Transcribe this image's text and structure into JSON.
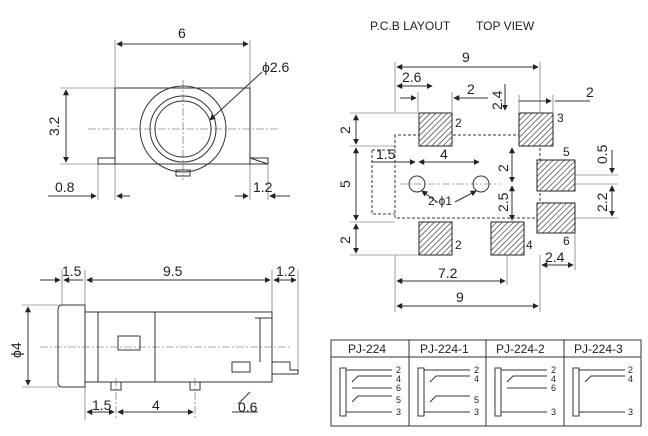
{
  "front_view": {
    "width_dim": "6",
    "diameter_dim": "ϕ2.6",
    "height_dim": "3.2",
    "left_lead_dim": "0.8",
    "right_lead_dim": "1.2"
  },
  "side_view": {
    "left_dim": "1.5",
    "body_dim": "9.5",
    "right_dim": "1.2",
    "diameter_dim": "ϕ4",
    "bottom_left_dim": "1.5",
    "bottom_mid_dim": "4",
    "bottom_right_dim": "0.6"
  },
  "pcb_layout": {
    "title": "P.C.B LAYOUT",
    "subtitle": "TOP VIEW",
    "top_overall_dim": "9",
    "top_left_dim": "2.6",
    "top_mid_dim": "2",
    "top_right_dim": "2",
    "vert_right_dim": "2.4",
    "left_top_dim": "2",
    "left_mid_dim": "5",
    "left_bottom_dim": "2",
    "hole_left_dim": "1.5",
    "hole_spacing_dim": "4",
    "hole_label": "2-ϕ1",
    "center_vert_dim": "2",
    "center_vert_dim2": "2.5",
    "right_small_dim": "0.5",
    "right_mid_dim": "2.2",
    "bottom_right_dim": "2.4",
    "bottom_mid_dim": "7.2",
    "bottom_overall_dim": "9",
    "pad_labels": [
      "2",
      "3",
      "5",
      "2",
      "4",
      "6"
    ]
  },
  "schematic_table": {
    "headers": [
      "PJ-224",
      "PJ-224-1",
      "PJ-224-2",
      "PJ-224-3"
    ],
    "pins": [
      [
        "2",
        "4",
        "6",
        "5",
        "3"
      ],
      [
        "2",
        "4",
        "5",
        "3"
      ],
      [
        "2",
        "4",
        "6",
        "3"
      ],
      [
        "2",
        "4",
        "3"
      ]
    ]
  }
}
